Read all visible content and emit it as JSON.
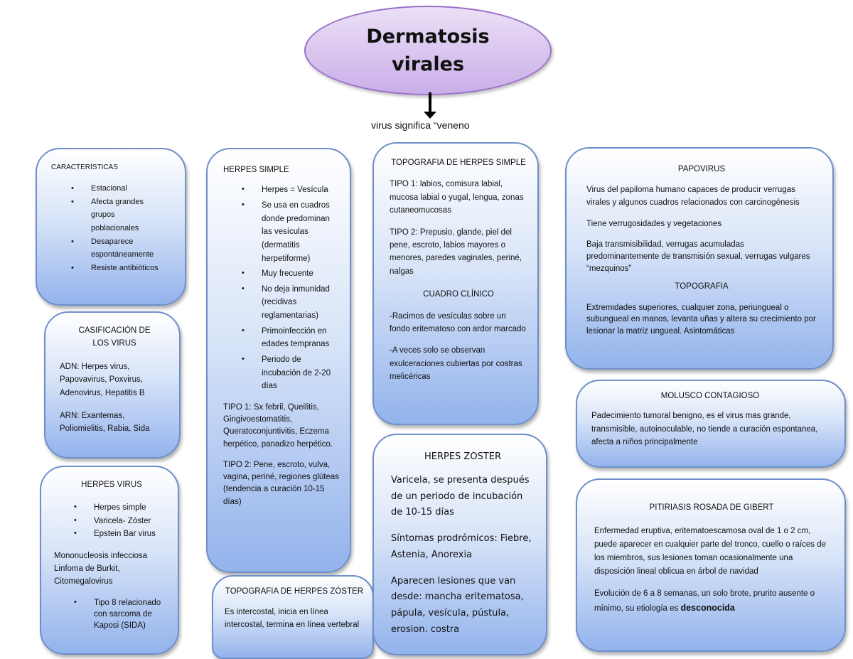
{
  "title": {
    "line1": "Dermatosis",
    "line2": "virales"
  },
  "subtitle": "virus significa “veneno",
  "caracteristicas": {
    "title": "CARACTERÍSTICAS",
    "items": [
      "Estacional",
      "Afecta grandes grupos poblacionales",
      "Desaparece espontáneamente",
      "Resiste antibióticos"
    ]
  },
  "clasificacion": {
    "title": "CASIFICACIÓN DE LOS VIRUS",
    "adn": "ADN: Herpes virus, Papovavirus, Poxvirus, Adenovirus, Hepatitis B",
    "arn": "ARN: Exantemas, Poliomielitis, Rabia, Sida"
  },
  "herpes_virus": {
    "title": "HERPES VIRUS",
    "items": [
      "Herpes simple",
      "Varicela- Zóster",
      "Epstein Bar virus"
    ],
    "text": "Mononucleosis infecciosa Linfoma de Burkit, Citomegalovirus",
    "tipo8": "Tipo 8 relacionado con sarcoma de Kaposi (SIDA)"
  },
  "herpes_simple": {
    "title": "HERPES SIMPLE",
    "items": [
      "Herpes = Vesícula",
      "Se usa en cuadros donde predominan las vesículas (dermatitis herpetiforme)",
      "Muy frecuente",
      "No deja inmunidad (recidivas reglamentarias)",
      "Primoinfección en edades tempranas",
      "Periodo de incubación de 2-20 días"
    ],
    "tipo1": "TIPO 1: Sx febril, Queilitis, Gingivoestomatitis, Queratoconjuntivitis, Eczema herpético, panadizo herpético.",
    "tipo2": "TIPO 2: Pene, escroto, vulva, vagina, periné, regiones glúteas (tendencia a curación 10-15 días)"
  },
  "topografia_zoster": {
    "title": "TOPOGRAFIA DE HERPES ZÓSTER",
    "text": "Es intercostal, inicia en línea intercostal, termina en línea vertebral"
  },
  "topografia_simple": {
    "title": "TOPOGRAFIA DE HERPES SIMPLE",
    "tipo1": "TIPO 1: labios, comisura labial, mucosa labial o yugal, lengua, zonas cutaneomucosas",
    "tipo2": "TIPO 2: Prepusio, glande, piel del pene, escroto, labios mayores o menores, paredes vaginales, periné, nalgas",
    "cuadro_title": "CUADRO CLÍNICO",
    "cuadro1": "-Racimos de vesículas sobre un fondo eritematoso con ardor marcado",
    "cuadro2": "-A veces solo se observan exulceraciones cubiertas por costras melicéricas"
  },
  "herpes_zoster": {
    "title": "HERPES ZOSTER",
    "p1": "Varicela, se presenta después de un periodo de incubación de 10-15 días",
    "p2": "Síntomas prodrómicos: Fiebre, Astenia, Anorexia",
    "p3": "Aparecen lesiones que van desde: mancha eritematosa, pápula, vesícula, pústula, erosion. costra"
  },
  "papovirus": {
    "title": "PAPOVIRUS",
    "p1": "Virus del papiloma humano capaces de producir verrugas virales y algunos cuadros relacionados con carcinogénesis",
    "p2": "Tiene verrugosidades y vegetaciones",
    "p3": "Baja transmisibilidad, verrugas acumuladas predominantemente de transmisión sexual, verrugas vulgares “mezquinos”",
    "topo_title": "TOPOGRAFIA",
    "p4": "Extremidades superiores, cualquier zona, periungueal o subungueal en manos, levanta uñas y altera su crecimiento por lesionar la matriz ungueal. Asintomáticas"
  },
  "molusco": {
    "title": "MOLUSCO CONTAGIOSO",
    "text": "Padecimiento tumoral benigno, es el virus mas grande, transmisible, autoinoculable, no tiende a curación espontanea, afecta a niños principalmente"
  },
  "pitiriasis": {
    "title": "PITIRIASIS ROSADA DE GIBERT",
    "p1": "Enfermedad eruptiva, eritematoescamosa oval de 1 o 2 cm, puede aparecer en cualquier parte del tronco, cuello o raíces de los miembros, sus lesiones toman ocasionalmente una disposición lineal oblicua en árbol de navidad",
    "p2": "Evolución de 6 a 8 semanas, un solo brote, prurito ausente o mínimo, su etiología es",
    "p2_bold": "desconocida"
  }
}
